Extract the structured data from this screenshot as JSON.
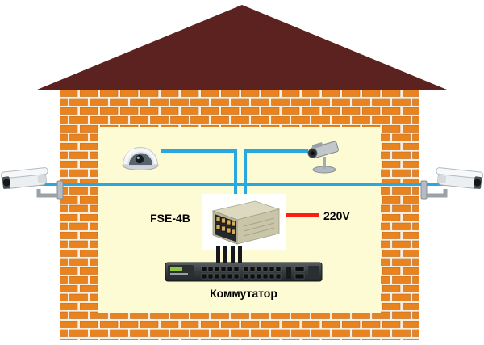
{
  "labels": {
    "poe_switch": "FSE-4B",
    "power": "220V",
    "network_switch": "Коммутатор"
  },
  "colors": {
    "roof": "#5c2220",
    "brick": "#e8831f",
    "brick_edge": "#b45c12",
    "mortar": "#f6eedf",
    "panel": "#fcfbd3",
    "cable": "#29a8e0",
    "power_line": "#fb1d10",
    "label_text": "#000000",
    "background": "#ffffff"
  },
  "icons": [
    "outdoor-camera-left-icon",
    "outdoor-camera-right-icon",
    "dome-camera-icon",
    "box-camera-icon",
    "poe-switch-icon",
    "network-switch-icon",
    "patch-cords-icon"
  ]
}
